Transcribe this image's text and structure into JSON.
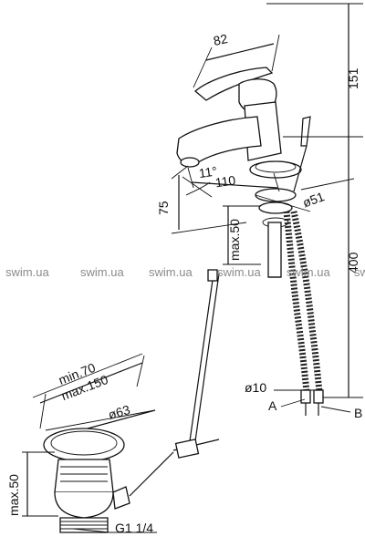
{
  "dimensions": {
    "spout_width": "82",
    "height_total": "151",
    "reach": "110",
    "angle": "11°",
    "spout_height": "75",
    "base_diameter": "ø51",
    "deck_thickness": "max.50",
    "hose_length": "400",
    "hose_diameter": "ø10",
    "drain_reach_min": "min.70",
    "drain_reach_max": "max.150",
    "drain_diameter": "ø63",
    "drain_height": "max.50",
    "drain_thread": "G1 1/4"
  },
  "labels": {
    "port_a": "A",
    "port_b": "B"
  },
  "watermarks": [
    "swim.ua",
    "swim.ua",
    "swim.ua",
    "swim.ua",
    "swim.ua",
    "swim.ua"
  ]
}
